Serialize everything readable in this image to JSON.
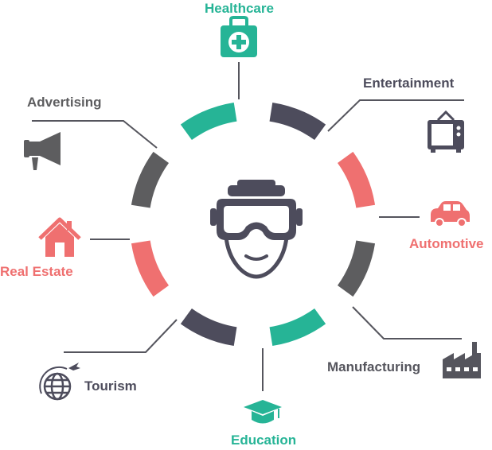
{
  "colors": {
    "teal": "#26b496",
    "dark": "#4d4c5c",
    "coral": "#ef7070",
    "gray": "#5d5d5f",
    "line": "#55555d"
  },
  "center_icon": "vr-headset-icon",
  "segments": [
    {
      "key": "healthcare",
      "label": "Healthcare",
      "color": "#26b496",
      "icon": "medical-kit-icon"
    },
    {
      "key": "entertainment",
      "label": "Entertainment",
      "color": "#4d4c5c",
      "icon": "tv-icon"
    },
    {
      "key": "automotive",
      "label": "Automotive",
      "color": "#ef7070",
      "icon": "car-icon"
    },
    {
      "key": "manufacturing",
      "label": "Manufacturing",
      "color": "#5d5d5f",
      "icon": "factory-icon"
    },
    {
      "key": "education",
      "label": "Education",
      "color": "#26b496",
      "icon": "graduation-cap-icon"
    },
    {
      "key": "tourism",
      "label": "Tourism",
      "color": "#4d4c5c",
      "icon": "globe-plane-icon"
    },
    {
      "key": "real_estate",
      "label": "Real Estate",
      "color": "#ef7070",
      "icon": "house-icon"
    },
    {
      "key": "advertising",
      "label": "Advertising",
      "color": "#5d5d5f",
      "icon": "megaphone-icon"
    }
  ]
}
